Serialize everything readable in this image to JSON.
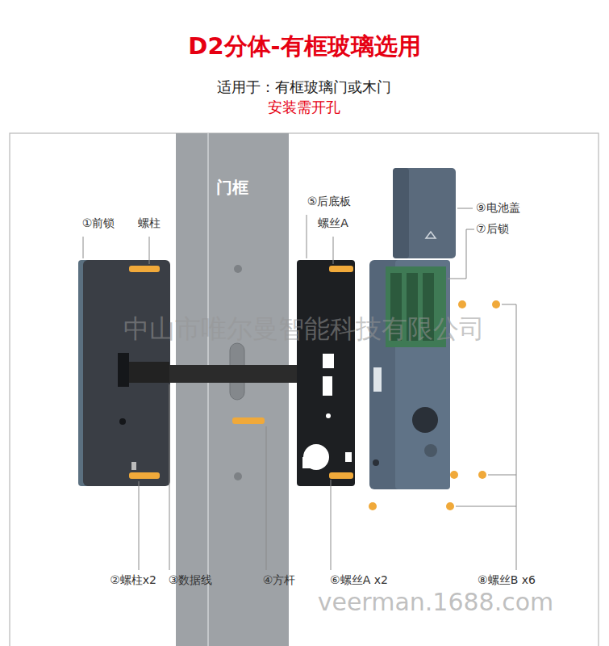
{
  "diagram": {
    "title": "D2分体-有框玻璃选用",
    "nodes": [
      {
        "text": [
          "门框"
        ]
      }
    ],
    "labels": [
      "适用于：有框玻璃门或木门",
      "安装需开孔",
      "①前锁",
      "螺柱",
      "⑤后底板",
      "螺丝A",
      "⑨电池盖",
      "⑦后锁",
      "②螺柱x2",
      "③数据线",
      "④方杆",
      "⑥螺丝A x2",
      "⑧螺丝B x6",
      "中山市唯尔曼智能科技有限公司",
      "veerman.1688.com"
    ]
  }
}
